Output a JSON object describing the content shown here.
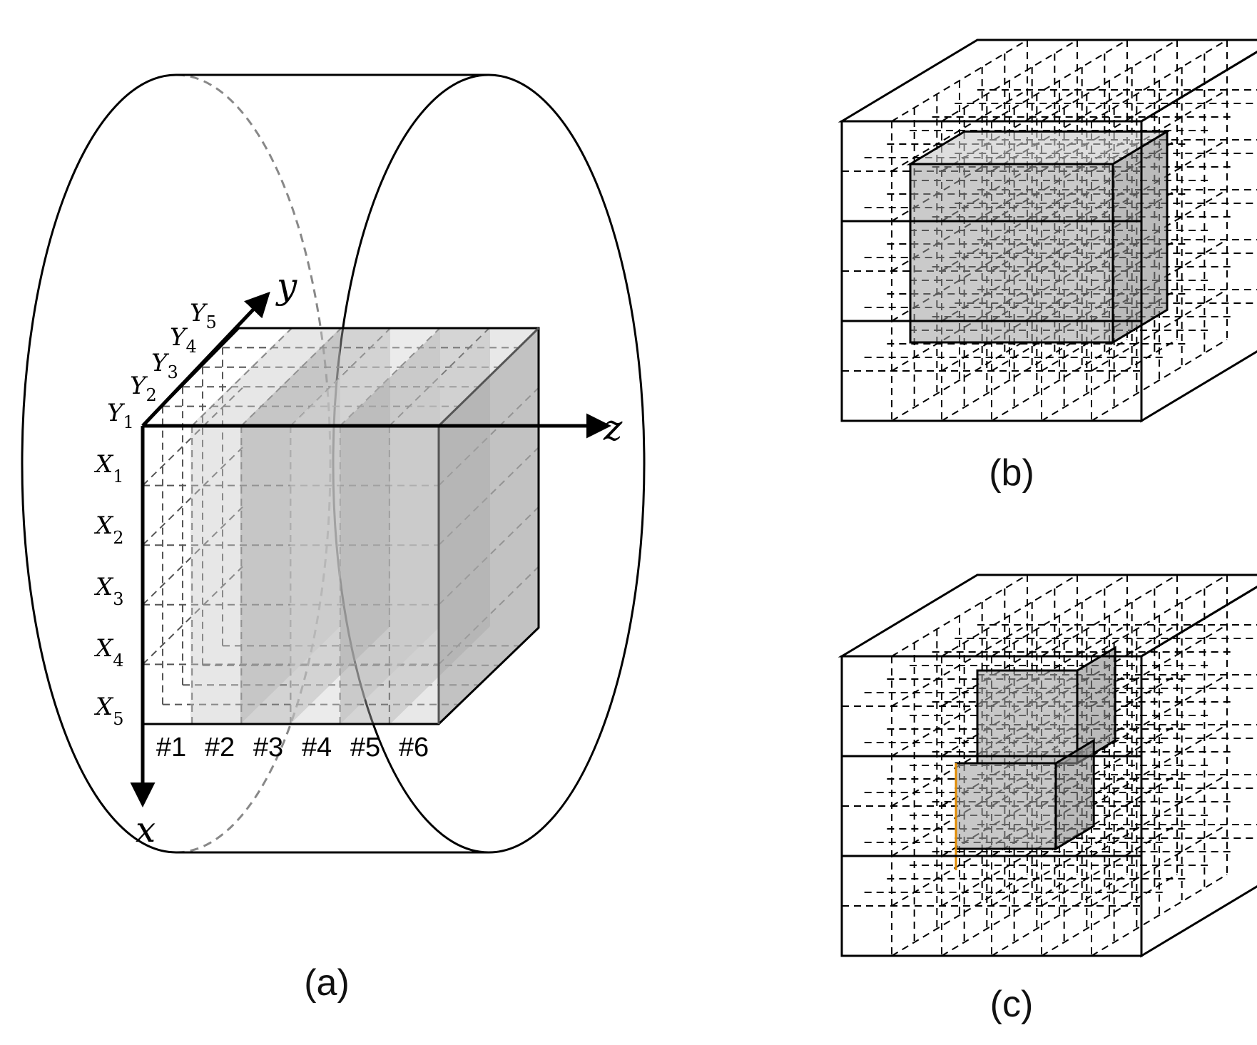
{
  "panels": {
    "a": {
      "caption": "(a)",
      "axes": {
        "y": "y",
        "z": "z",
        "x": "x"
      },
      "y_levels": [
        {
          "base": "Y",
          "sub": "1"
        },
        {
          "base": "Y",
          "sub": "2"
        },
        {
          "base": "Y",
          "sub": "3"
        },
        {
          "base": "Y",
          "sub": "4"
        },
        {
          "base": "Y",
          "sub": "5"
        }
      ],
      "x_levels": [
        {
          "base": "X",
          "sub": "1"
        },
        {
          "base": "X",
          "sub": "2"
        },
        {
          "base": "X",
          "sub": "3"
        },
        {
          "base": "X",
          "sub": "4"
        },
        {
          "base": "X",
          "sub": "5"
        }
      ],
      "slabs": [
        "#1",
        "#2",
        "#3",
        "#4",
        "#5",
        "#6"
      ]
    },
    "b": {
      "caption": "(b)"
    },
    "c": {
      "caption": "(c)"
    }
  },
  "colors": {
    "line": "#000000",
    "dashed_hidden": "#777777",
    "fill_gray": "#bdbdbd",
    "highlight": "#e08a00"
  }
}
